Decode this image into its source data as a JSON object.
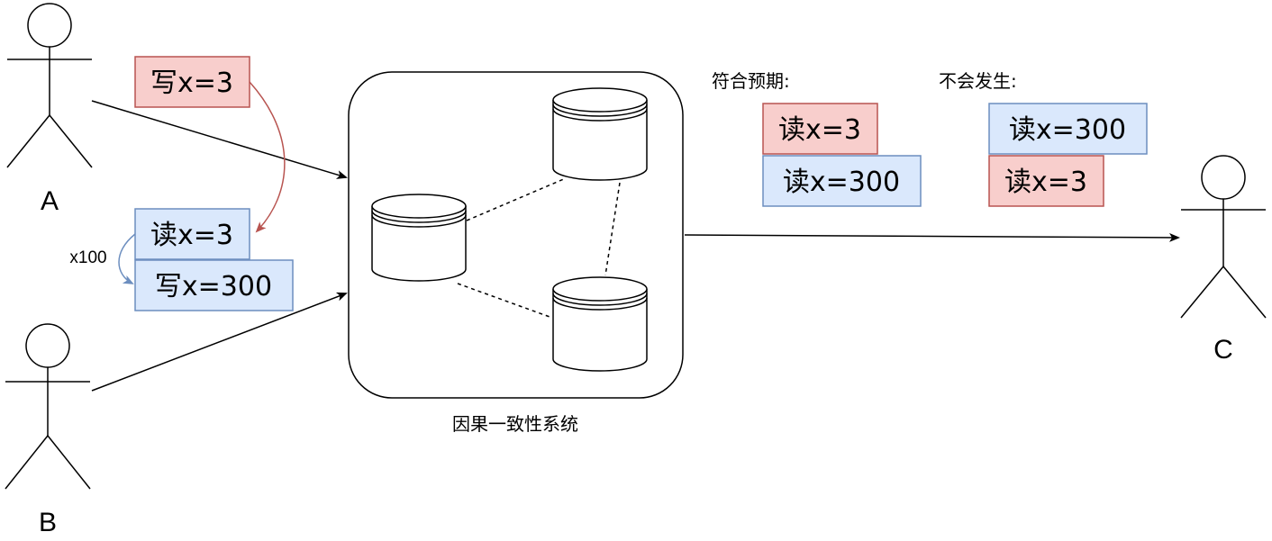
{
  "actors": {
    "a": {
      "name": "A"
    },
    "b": {
      "name": "B"
    },
    "c": {
      "name": "C"
    }
  },
  "system": {
    "label": "因果一致性系统"
  },
  "operations": {
    "write_x3": "写x=3",
    "read_x3": "读x=3",
    "write_x300": "写x=300",
    "repeat_label": "x100"
  },
  "expected": {
    "title": "符合预期:",
    "first": "读x=3",
    "second": "读x=300"
  },
  "impossible": {
    "title": "不会发生:",
    "first": "读x=300",
    "second": "读x=3"
  },
  "colors": {
    "red_fill": "#f8cecc",
    "red_stroke": "#b85450",
    "blue_fill": "#dae8fc",
    "blue_stroke": "#6c8ebf"
  }
}
